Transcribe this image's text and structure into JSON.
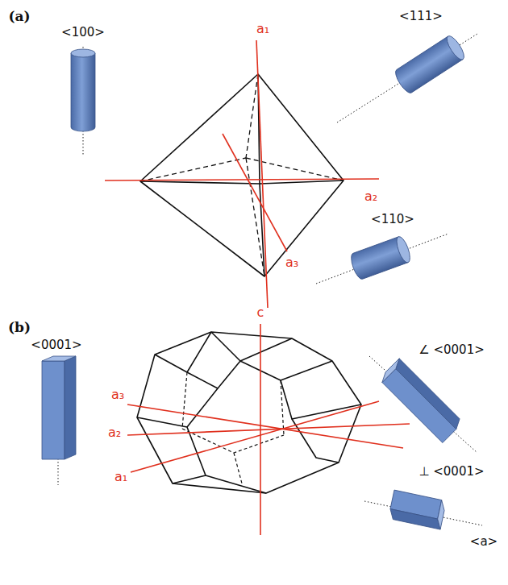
{
  "diagram": {
    "labels": [
      "(a)",
      "<100>",
      "<111>",
      "a₁",
      "a₂",
      "a₃",
      "<110>",
      "(b)",
      "<0001>",
      "c",
      "∠ <0001>",
      "a₃",
      "a₂",
      "a₁",
      "⊥ <0001>",
      "<a>"
    ]
  }
}
